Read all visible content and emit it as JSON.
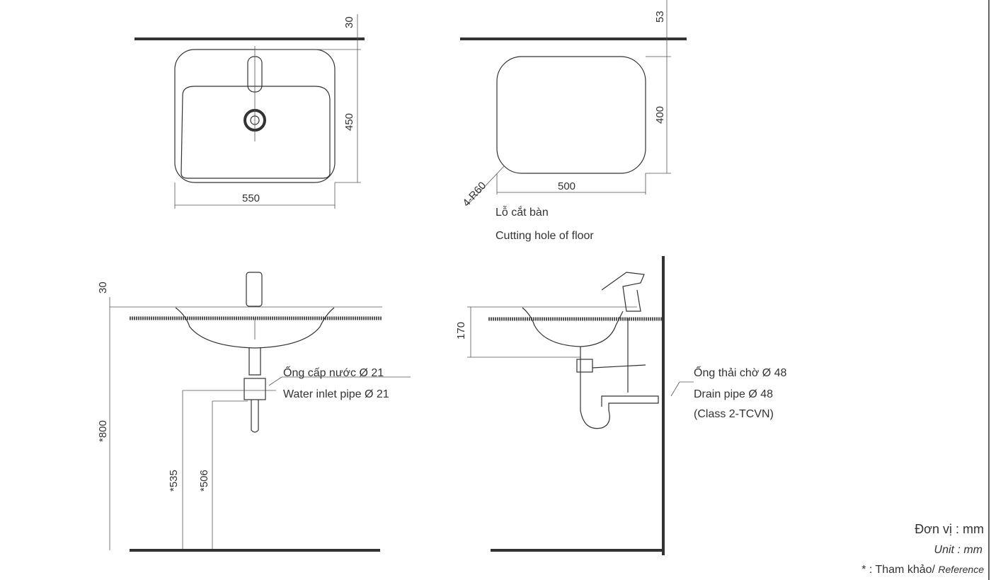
{
  "top_view": {
    "dim_top_offset": "30",
    "dim_depth": "450",
    "dim_width": "550"
  },
  "cutout_view": {
    "dim_top_offset": "53",
    "dim_depth": "400",
    "dim_width": "500",
    "corner_radius": "4-R60",
    "label_vi": "Lỗ cắt bàn",
    "label_en": "Cutting hole of floor"
  },
  "front_view": {
    "dim_counter": "30",
    "dim_height": "*800",
    "dim_inlet_1": "*535",
    "dim_inlet_2": "*506",
    "inlet_label_vi": "Ống cấp nước Ø 21",
    "inlet_label_en": "Water inlet pipe Ø 21"
  },
  "side_view": {
    "dim_depth": "170",
    "drain_label_vi": "Ống thải chờ Ø 48",
    "drain_label_en": "Drain pipe Ø 48",
    "drain_class": "(Class 2-TCVN)"
  },
  "legend": {
    "unit_vi": "Đơn vị : mm",
    "unit_en": "Unit : mm",
    "reference_prefix": "* : Tham khảo/ ",
    "reference_en": "Reference"
  }
}
